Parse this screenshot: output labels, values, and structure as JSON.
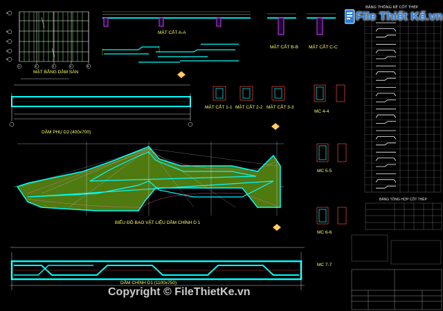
{
  "drawing": {
    "plan_title": "MẶT BẰNG DẦM SÀN",
    "section_aa": "MẶT CẮT A-A",
    "section_bb": "MẶT CẮT B-B",
    "section_cc": "MẶT CẮT C-C",
    "section_11": "MẶT CẮT 1-1",
    "section_22": "MẶT CẮT 2-2",
    "section_33": "MẶT CẮT 3-3",
    "beam_sub": "DẦM PHỤ D2 (400x700)",
    "diagram_title": "BIỂU ĐỒ BAO VẬT LIỆU DẦM CHÍNH D 1",
    "beam_main": "DẦM CHÍNH D1 (1100x750)",
    "mc_44": "MC 4-4",
    "mc_55": "MC 5-5",
    "mc_66": "MC 6-6",
    "mc_77": "MC 7-7",
    "rebar_table_title": "BẢNG THỐNG KÊ CỐT THÉP",
    "summary_table_title": "BẢNG TỔNG HỢP CỐT THÉP",
    "axis_letters": [
      "A",
      "B",
      "C",
      "D",
      "E"
    ],
    "axis_numbers": [
      "1",
      "2",
      "3",
      "4",
      "5"
    ]
  },
  "watermark": {
    "logo": "File Thiết Kế.vn",
    "copyright": "Copyright © FileThietKe.vn"
  },
  "colors": {
    "background": "#000000",
    "cyan": "#00ffff",
    "green_fill": "#5a8a12",
    "yellow": "#ffff00",
    "magenta": "#cc44ff",
    "white": "#ffffff"
  }
}
